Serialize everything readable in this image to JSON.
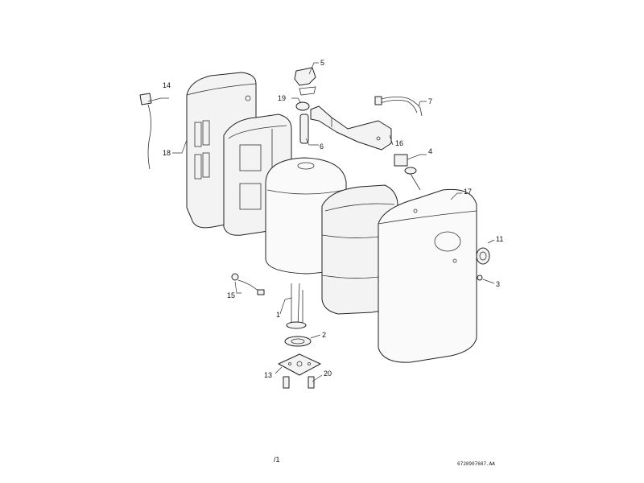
{
  "callouts": {
    "c1": "1",
    "c2": "2",
    "c3": "3",
    "c4": "4",
    "c5": "5",
    "c6": "6",
    "c7": "7",
    "c11": "11",
    "c13": "13",
    "c14": "14",
    "c15": "15",
    "c16": "16",
    "c17": "17",
    "c18": "18",
    "c19": "19",
    "c20": "20"
  },
  "footer": {
    "page_mark": "/1",
    "drawing_code": "6720907687.AA"
  }
}
